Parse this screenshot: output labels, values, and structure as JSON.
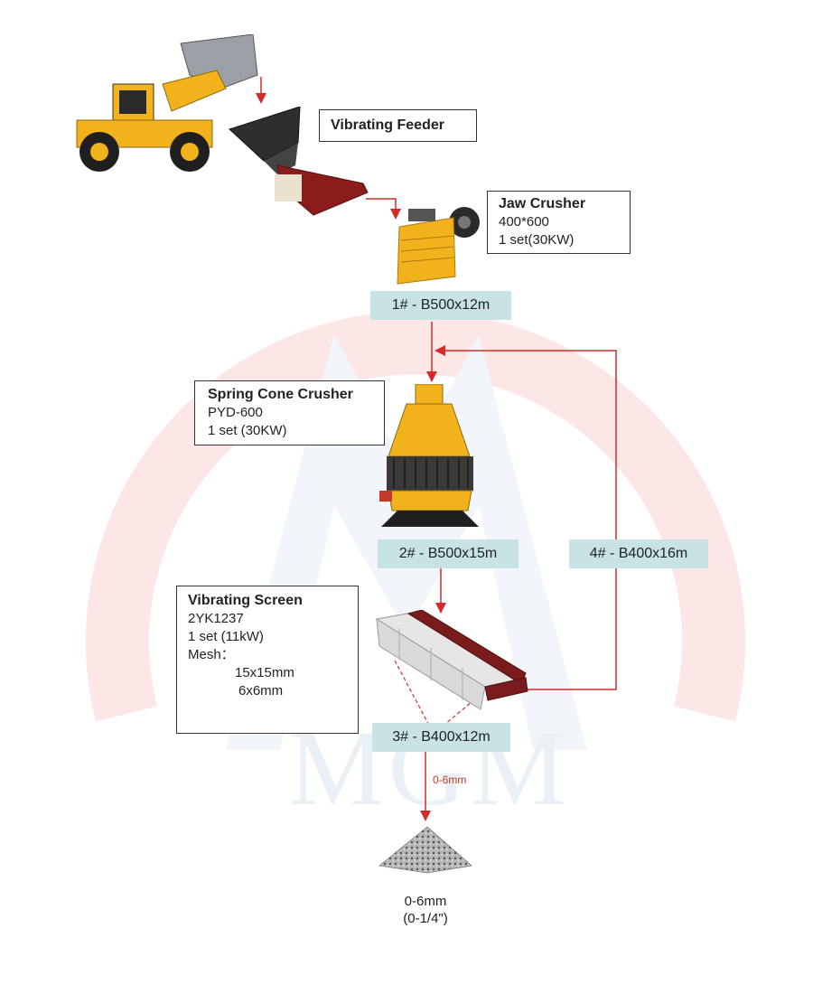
{
  "feeder": {
    "title": "Vibrating Feeder"
  },
  "jaw_crusher": {
    "title": "Jaw Crusher",
    "model": "400*600",
    "spec": "1 set(30KW)"
  },
  "cone_crusher": {
    "title": "Spring Cone Crusher",
    "model": "PYD-600",
    "spec": "1 set  (30KW)"
  },
  "screen": {
    "title": "Vibrating Screen",
    "model": "2YK1237",
    "spec": "1 set  (11kW)",
    "mesh_label": "Mesh：",
    "mesh_sizes": [
      "15x15mm",
      "6x6mm"
    ]
  },
  "belts": [
    "1# - B500x12m",
    "2# - B500x15m",
    "3# - B400x12m",
    "4# - B400x16m"
  ],
  "flow_label": "0-6mm",
  "product": {
    "size_mm": "0-6mm",
    "size_in": "(0-1/4\")"
  },
  "watermark": {
    "text": "MGM"
  },
  "colors": {
    "arrow": "#d62a2a",
    "belt_bg": "#c7e3e6",
    "machine_yellow": "#f2b21b",
    "machine_red": "#8b1c1c",
    "watermark_red": "#fbe3e3",
    "watermark_blue": "#e9f0f6"
  }
}
